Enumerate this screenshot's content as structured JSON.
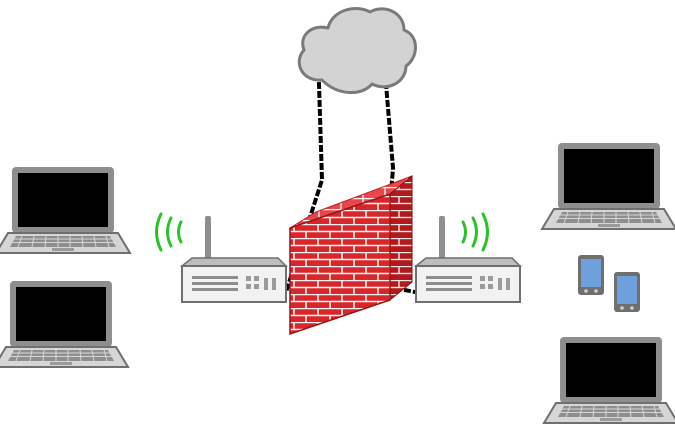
{
  "diagram": {
    "nodes": [
      {
        "id": "internet",
        "icon": "cloud-icon"
      },
      {
        "id": "firewall",
        "icon": "brick-firewall-icon"
      },
      {
        "id": "router-left",
        "icon": "wireless-router-icon"
      },
      {
        "id": "router-right",
        "icon": "wireless-router-icon"
      },
      {
        "id": "laptop-left-top",
        "icon": "laptop-icon"
      },
      {
        "id": "laptop-left-bottom",
        "icon": "laptop-icon"
      },
      {
        "id": "laptop-right-top",
        "icon": "laptop-icon"
      },
      {
        "id": "laptop-right-bottom",
        "icon": "laptop-icon"
      },
      {
        "id": "phone-1",
        "icon": "smartphone-icon"
      },
      {
        "id": "phone-2",
        "icon": "smartphone-icon"
      }
    ],
    "links": [
      {
        "from": "internet",
        "to": "router-left",
        "style": "dotted"
      },
      {
        "from": "internet",
        "to": "router-right",
        "style": "dotted"
      }
    ],
    "colors": {
      "cloud_fill": "#d3d3d3",
      "cloud_stroke": "#7a7a7a",
      "brick": "#d8262a",
      "brick_dark": "#9e1215",
      "mortar": "#f3f3f3",
      "device_frame": "#8e8e8e",
      "screen": "#000000",
      "router_body": "#f2f2f2",
      "wifi_waves": "#27c427",
      "phone_screen": "#6ea0dc",
      "link": "#000000"
    }
  }
}
